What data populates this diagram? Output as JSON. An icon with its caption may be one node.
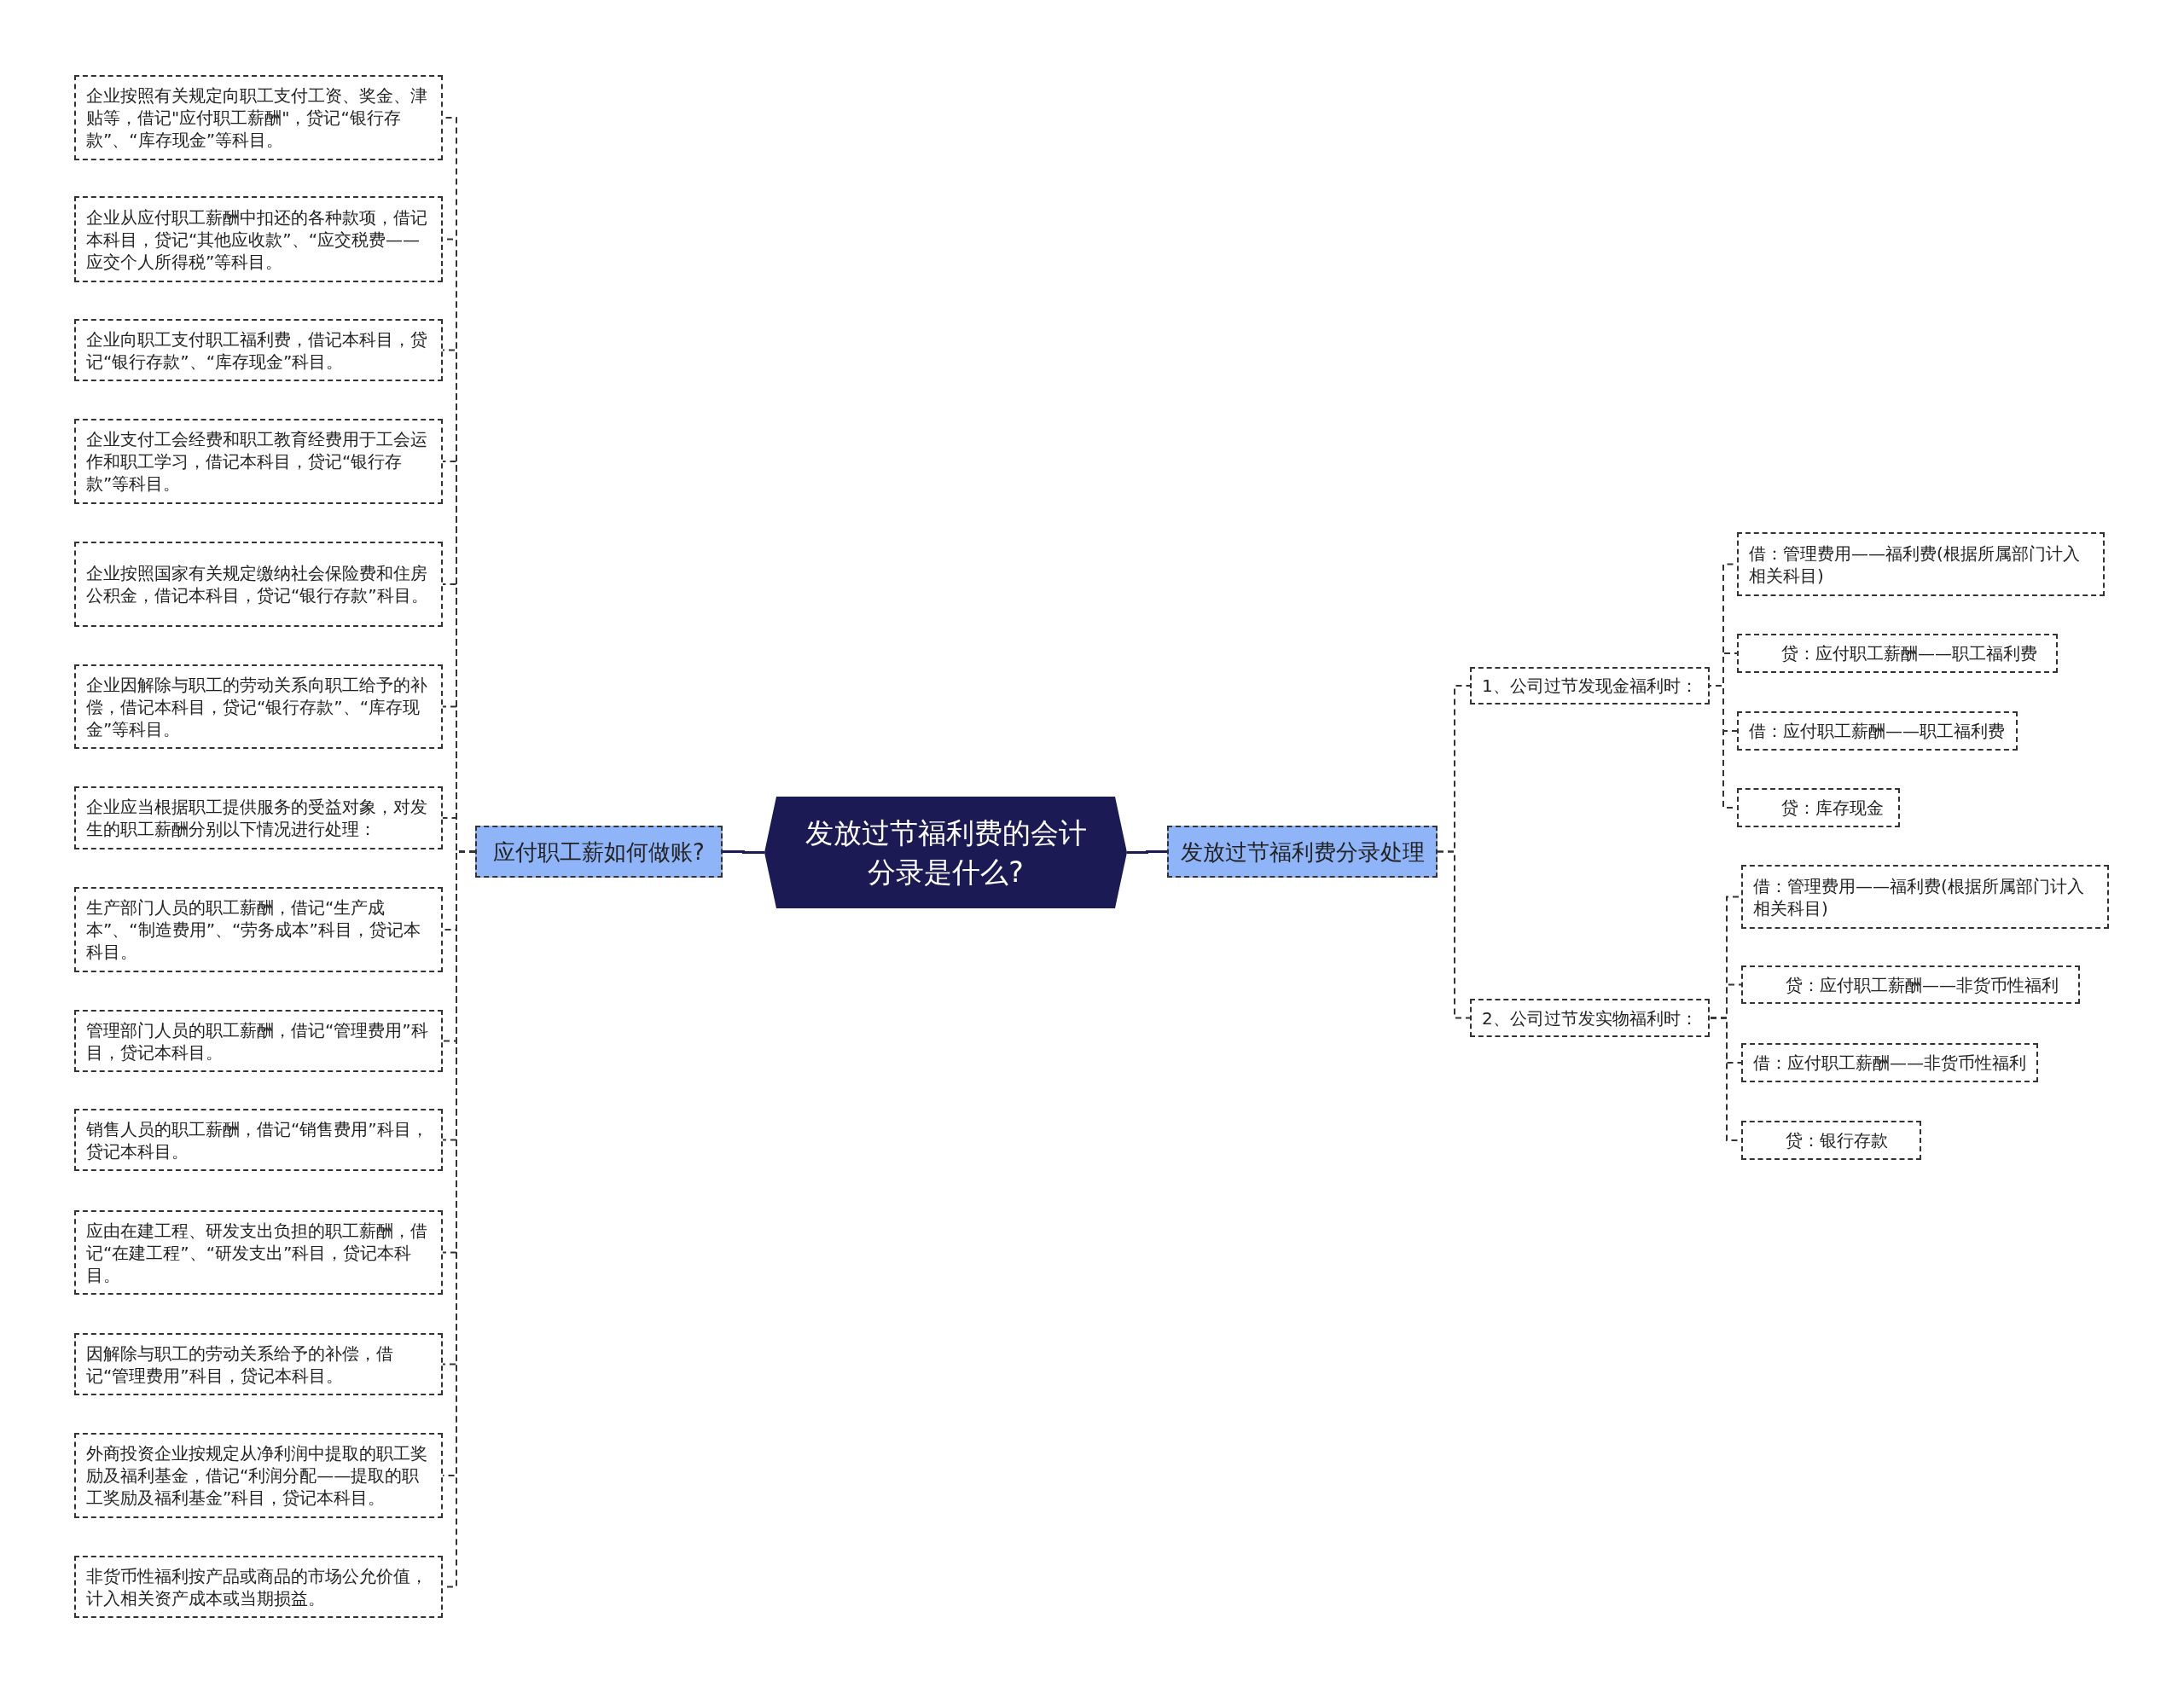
{
  "diagram": {
    "nodes": [
      {
        "text": [
          "发放过节福利费的会计分录是什么?"
        ]
      },
      {
        "text": [
          "应付职工薪如何做账?"
        ]
      },
      {
        "text": [
          "发放过节福利费分录处理"
        ]
      },
      {
        "text": [
          "企业按照有关规定向职工支付工资、奖金、津贴等，借记\"应付职工薪酬\"，贷记“银行存款”、“库存现金”等科目。"
        ]
      },
      {
        "text": [
          "企业从应付职工薪酬中扣还的各种款项，借记本科目，贷记“其他应收款”、“应交税费——应交个人所得税”等科目。"
        ]
      },
      {
        "text": [
          "企业向职工支付职工福利费，借记本科目，贷记“银行存款”、“库存现金”科目。"
        ]
      },
      {
        "text": [
          "企业支付工会经费和职工教育经费用于工会运作和职工学习，借记本科目，贷记“银行存款”等科目。"
        ]
      },
      {
        "text": [
          "企业按照国家有关规定缴纳社会保险费和住房公积金，借记本科目，贷记“银行存款”科目。"
        ]
      },
      {
        "text": [
          "企业因解除与职工的劳动关系向职工给予的补偿，借记本科目，贷记“银行存款”、“库存现金”等科目。"
        ]
      },
      {
        "text": [
          "企业应当根据职工提供服务的受益对象，对发生的职工薪酬分别以下情况进行处理："
        ]
      },
      {
        "text": [
          "生产部门人员的职工薪酬，借记“生产成本”、“制造费用”、“劳务成本”科目，贷记本科目。"
        ]
      },
      {
        "text": [
          "管理部门人员的职工薪酬，借记“管理费用”科目，贷记本科目。"
        ]
      },
      {
        "text": [
          "销售人员的职工薪酬，借记“销售费用”科目，贷记本科目。"
        ]
      },
      {
        "text": [
          "应由在建工程、研发支出负担的职工薪酬，借记“在建工程”、“研发支出”科目，贷记本科目。"
        ]
      },
      {
        "text": [
          "因解除与职工的劳动关系给予的补偿，借记“管理费用”科目，贷记本科目。"
        ]
      },
      {
        "text": [
          "外商投资企业按规定从净利润中提取的职工奖励及福利基金，借记“利润分配——提取的职工奖励及福利基金”科目，贷记本科目。"
        ]
      },
      {
        "text": [
          "非货币性福利按产品或商品的市场公允价值，计入相关资产成本或当期损益。"
        ]
      },
      {
        "text": [
          "1、公司过节发现金福利时："
        ]
      },
      {
        "text": [
          "2、公司过节发实物福利时："
        ]
      },
      {
        "text": [
          "借：管理费用——福利费(根据所属部门计入相关科目)"
        ]
      },
      {
        "text": [
          "贷：应付职工薪酬——职工福利费"
        ]
      },
      {
        "text": [
          "借：应付职工薪酬——职工福利费"
        ]
      },
      {
        "text": [
          "贷：库存现金"
        ]
      },
      {
        "text": [
          "借：管理费用——福利费(根据所属部门计入相关科目)"
        ]
      },
      {
        "text": [
          "贷：应付职工薪酬——非货币性福利"
        ]
      },
      {
        "text": [
          "借：应付职工薪酬——非货币性福利"
        ]
      },
      {
        "text": [
          "贷：银行存款"
        ]
      }
    ],
    "edges": [
      {
        "from": 0,
        "to": 1,
        "arrow": "none",
        "color": "#1c1a55"
      },
      {
        "from": 0,
        "to": 2,
        "arrow": "none",
        "color": "#1c1a55"
      },
      {
        "from": 1,
        "to": 3,
        "arrow": "none",
        "style": "dashed"
      },
      {
        "from": 1,
        "to": 4,
        "arrow": "none",
        "style": "dashed"
      },
      {
        "from": 1,
        "to": 5,
        "arrow": "none",
        "style": "dashed"
      },
      {
        "from": 1,
        "to": 6,
        "arrow": "none",
        "style": "dashed"
      },
      {
        "from": 1,
        "to": 7,
        "arrow": "none",
        "style": "dashed"
      },
      {
        "from": 1,
        "to": 8,
        "arrow": "none",
        "style": "dashed"
      },
      {
        "from": 1,
        "to": 9,
        "arrow": "none",
        "style": "dashed"
      },
      {
        "from": 1,
        "to": 10,
        "arrow": "none",
        "style": "dashed"
      },
      {
        "from": 1,
        "to": 11,
        "arrow": "none",
        "style": "dashed"
      },
      {
        "from": 1,
        "to": 12,
        "arrow": "none",
        "style": "dashed"
      },
      {
        "from": 1,
        "to": 13,
        "arrow": "none",
        "style": "dashed"
      },
      {
        "from": 1,
        "to": 14,
        "arrow": "none",
        "style": "dashed"
      },
      {
        "from": 1,
        "to": 15,
        "arrow": "none",
        "style": "dashed"
      },
      {
        "from": 1,
        "to": 16,
        "arrow": "none",
        "style": "dashed"
      },
      {
        "from": 2,
        "to": 17,
        "arrow": "none",
        "style": "dashed"
      },
      {
        "from": 2,
        "to": 18,
        "arrow": "none",
        "style": "dashed"
      },
      {
        "from": 17,
        "to": 19,
        "arrow": "none",
        "style": "dashed"
      },
      {
        "from": 17,
        "to": 20,
        "arrow": "none",
        "style": "dashed"
      },
      {
        "from": 17,
        "to": 21,
        "arrow": "none",
        "style": "dashed"
      },
      {
        "from": 17,
        "to": 22,
        "arrow": "none",
        "style": "dashed"
      },
      {
        "from": 18,
        "to": 23,
        "arrow": "none",
        "style": "dashed"
      },
      {
        "from": 18,
        "to": 24,
        "arrow": "none",
        "style": "dashed"
      },
      {
        "from": 18,
        "to": 25,
        "arrow": "none",
        "style": "dashed"
      },
      {
        "from": 18,
        "to": 26,
        "arrow": "none",
        "style": "dashed"
      }
    ]
  }
}
